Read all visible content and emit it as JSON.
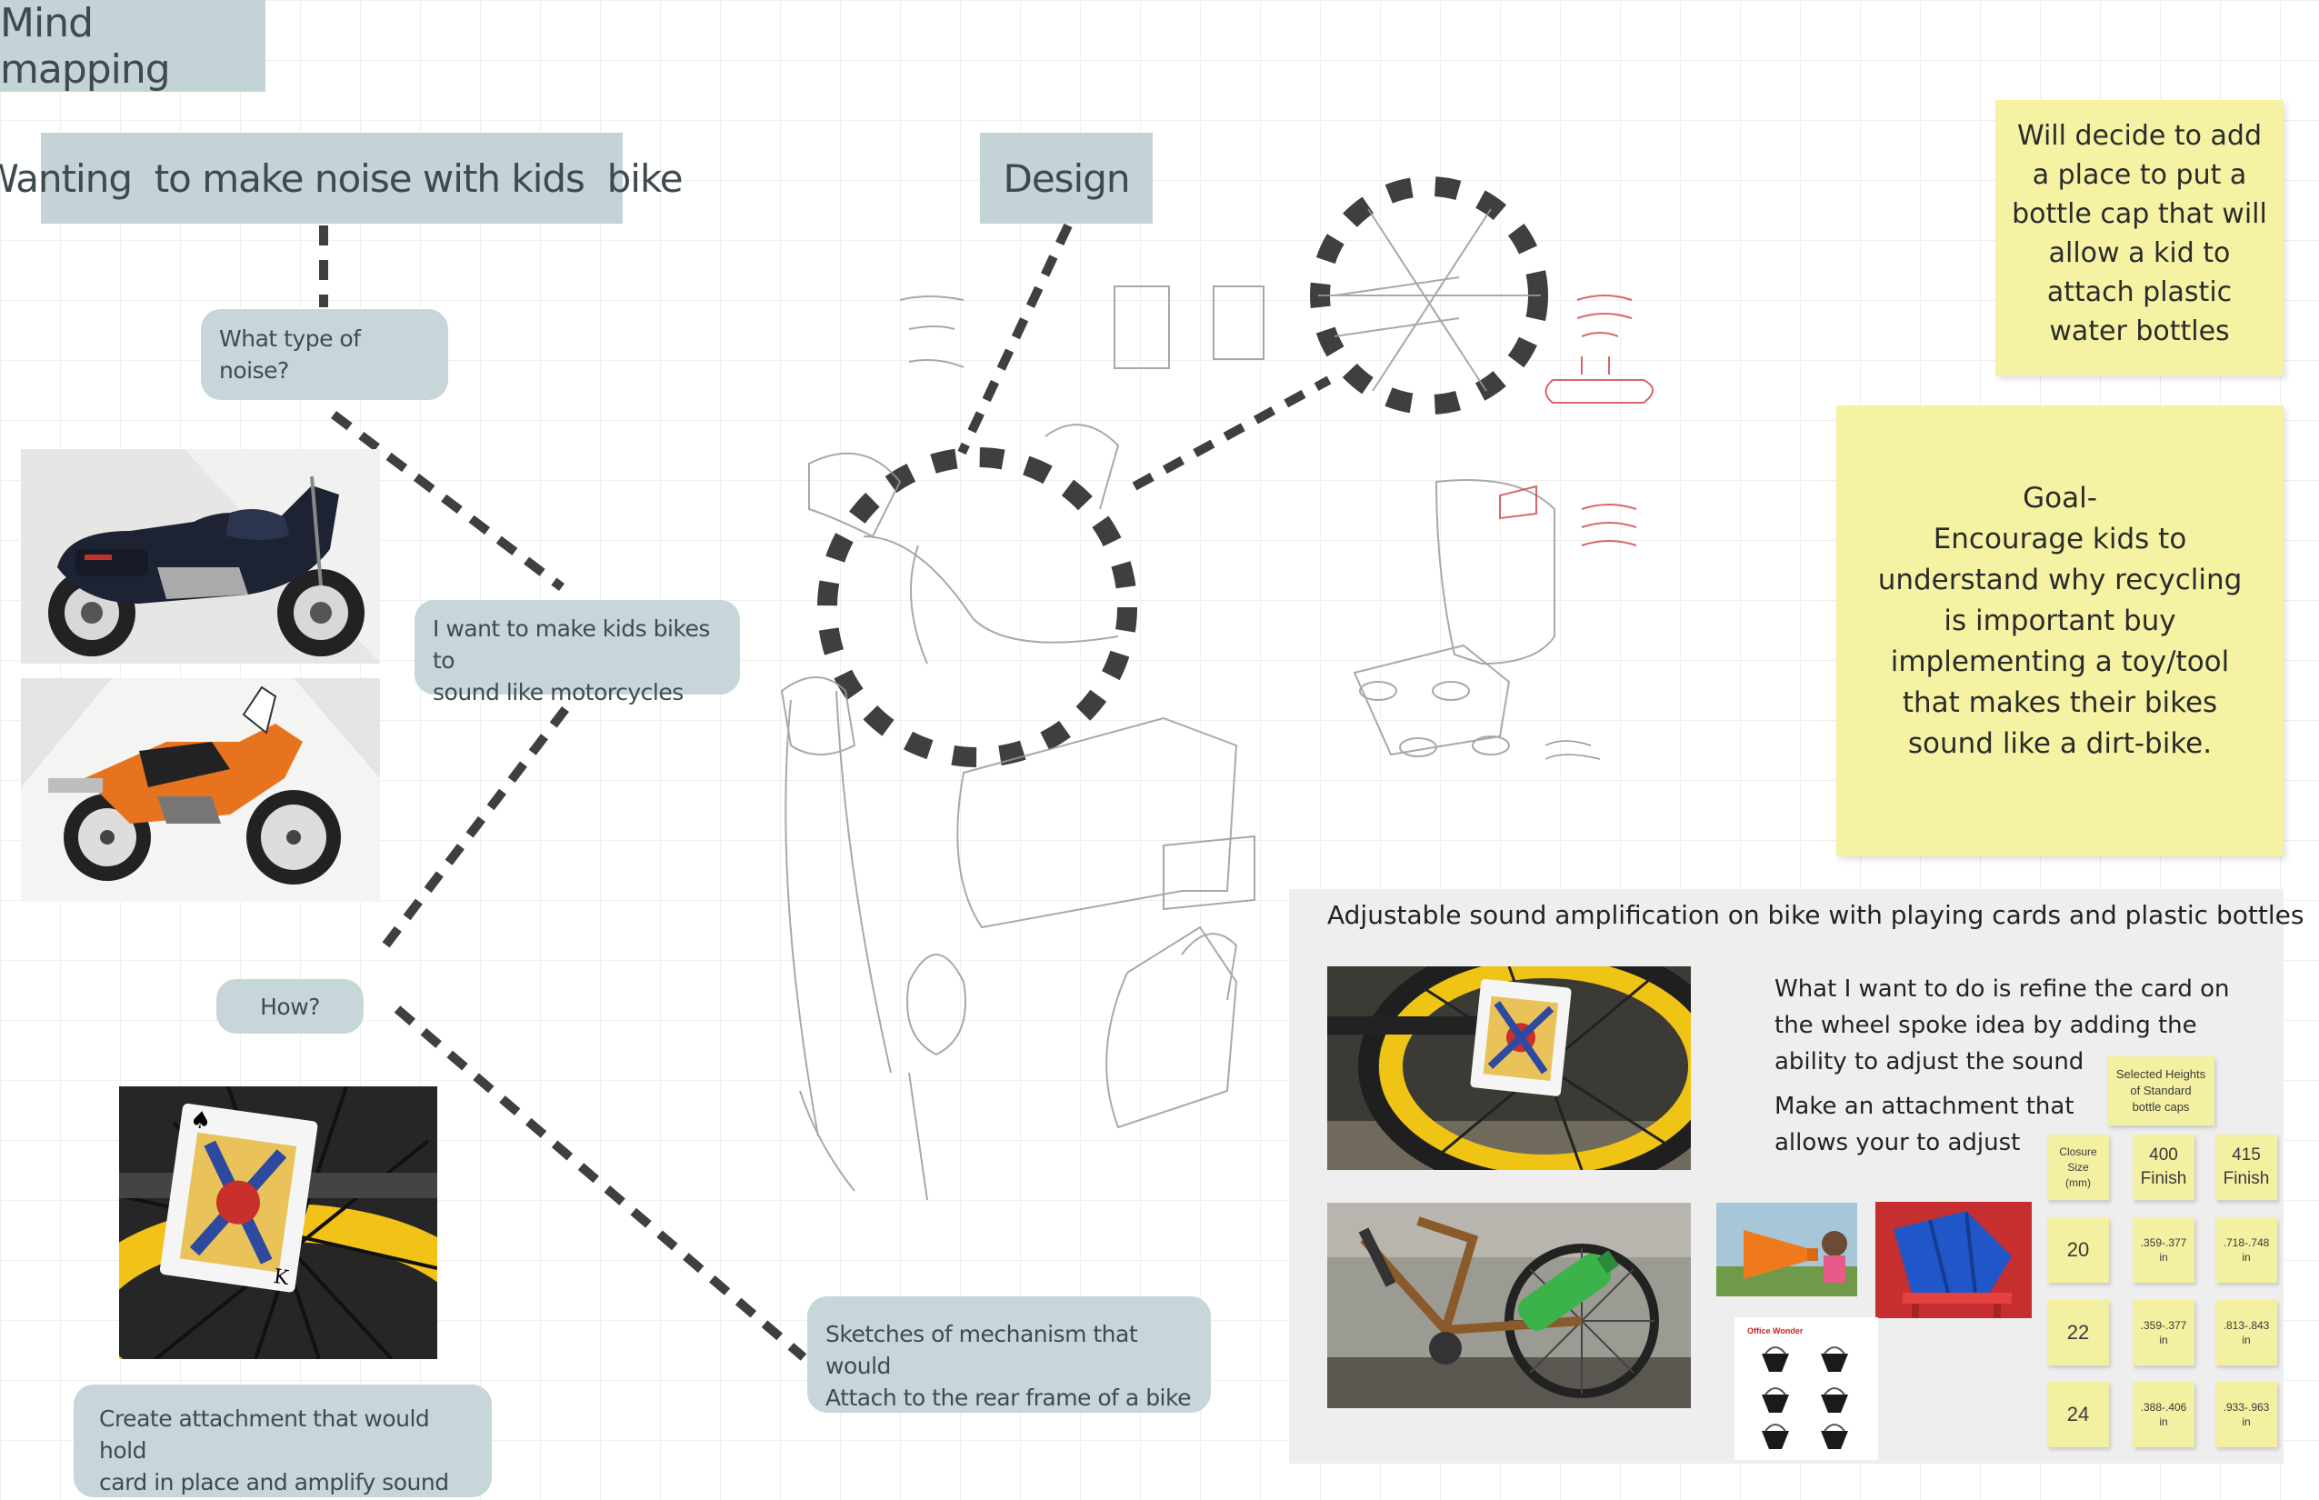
{
  "board": {
    "title": "Mind mapping",
    "central_topic": "Wanting  to make noise with kids  bike",
    "design_label": "Design"
  },
  "bubbles": {
    "noise_type": "What type of noise?",
    "goal_line1": "I want to make kids bikes to",
    "goal_line2": "sound like motorcycles",
    "how": "How?",
    "attach_line1": "Create attachment that would hold",
    "attach_line2": "card in place and amplify sound",
    "sketch_line1": "Sketches of mechanism that would",
    "sketch_line2": "Attach to the rear frame of a bike"
  },
  "stickies": {
    "decision_lines": [
      "Will decide to  add",
      "a place to put a",
      "bottle cap that will",
      "allow a kid to",
      "attach plastic",
      "water bottles"
    ],
    "goal_lines": [
      "Goal-",
      "Encourage kids to",
      "understand why recycling",
      "is important buy",
      "implementing a toy/tool",
      "that makes their bikes",
      "sound like a dirt-bike."
    ]
  },
  "panel": {
    "title": "Adjustable sound amplification on bike with playing cards and plastic bottles",
    "refine_lines": [
      "What I want to do is refine the card on",
      "the wheel spoke idea by adding the",
      "ability to adjust the sound"
    ],
    "attach_lines": [
      "Make an attachment that",
      "allows your to adjust"
    ],
    "table_title": [
      "Selected Heights",
      "of Standard",
      "bottle caps"
    ],
    "col_closure": [
      "Closure",
      "Size",
      "(mm)"
    ],
    "col_400": [
      "400",
      "Finish"
    ],
    "col_415": [
      "415",
      "Finish"
    ],
    "rows": [
      {
        "size": "20",
        "f400": ".359-.377",
        "f415": ".718-.748",
        "unit": "in"
      },
      {
        "size": "22",
        "f400": ".359-.377",
        "f415": ".813-.843",
        "unit": "in"
      },
      {
        "size": "24",
        "f400": ".388-.406",
        "f415": ".933-.963",
        "unit": "in"
      }
    ],
    "clip_label": "Office Wonder"
  },
  "colors": {
    "tag": "#c3d3d6",
    "sticky": "#f5f3a3",
    "dash": "#3f3f3f",
    "sketch_red": "#d04040"
  }
}
